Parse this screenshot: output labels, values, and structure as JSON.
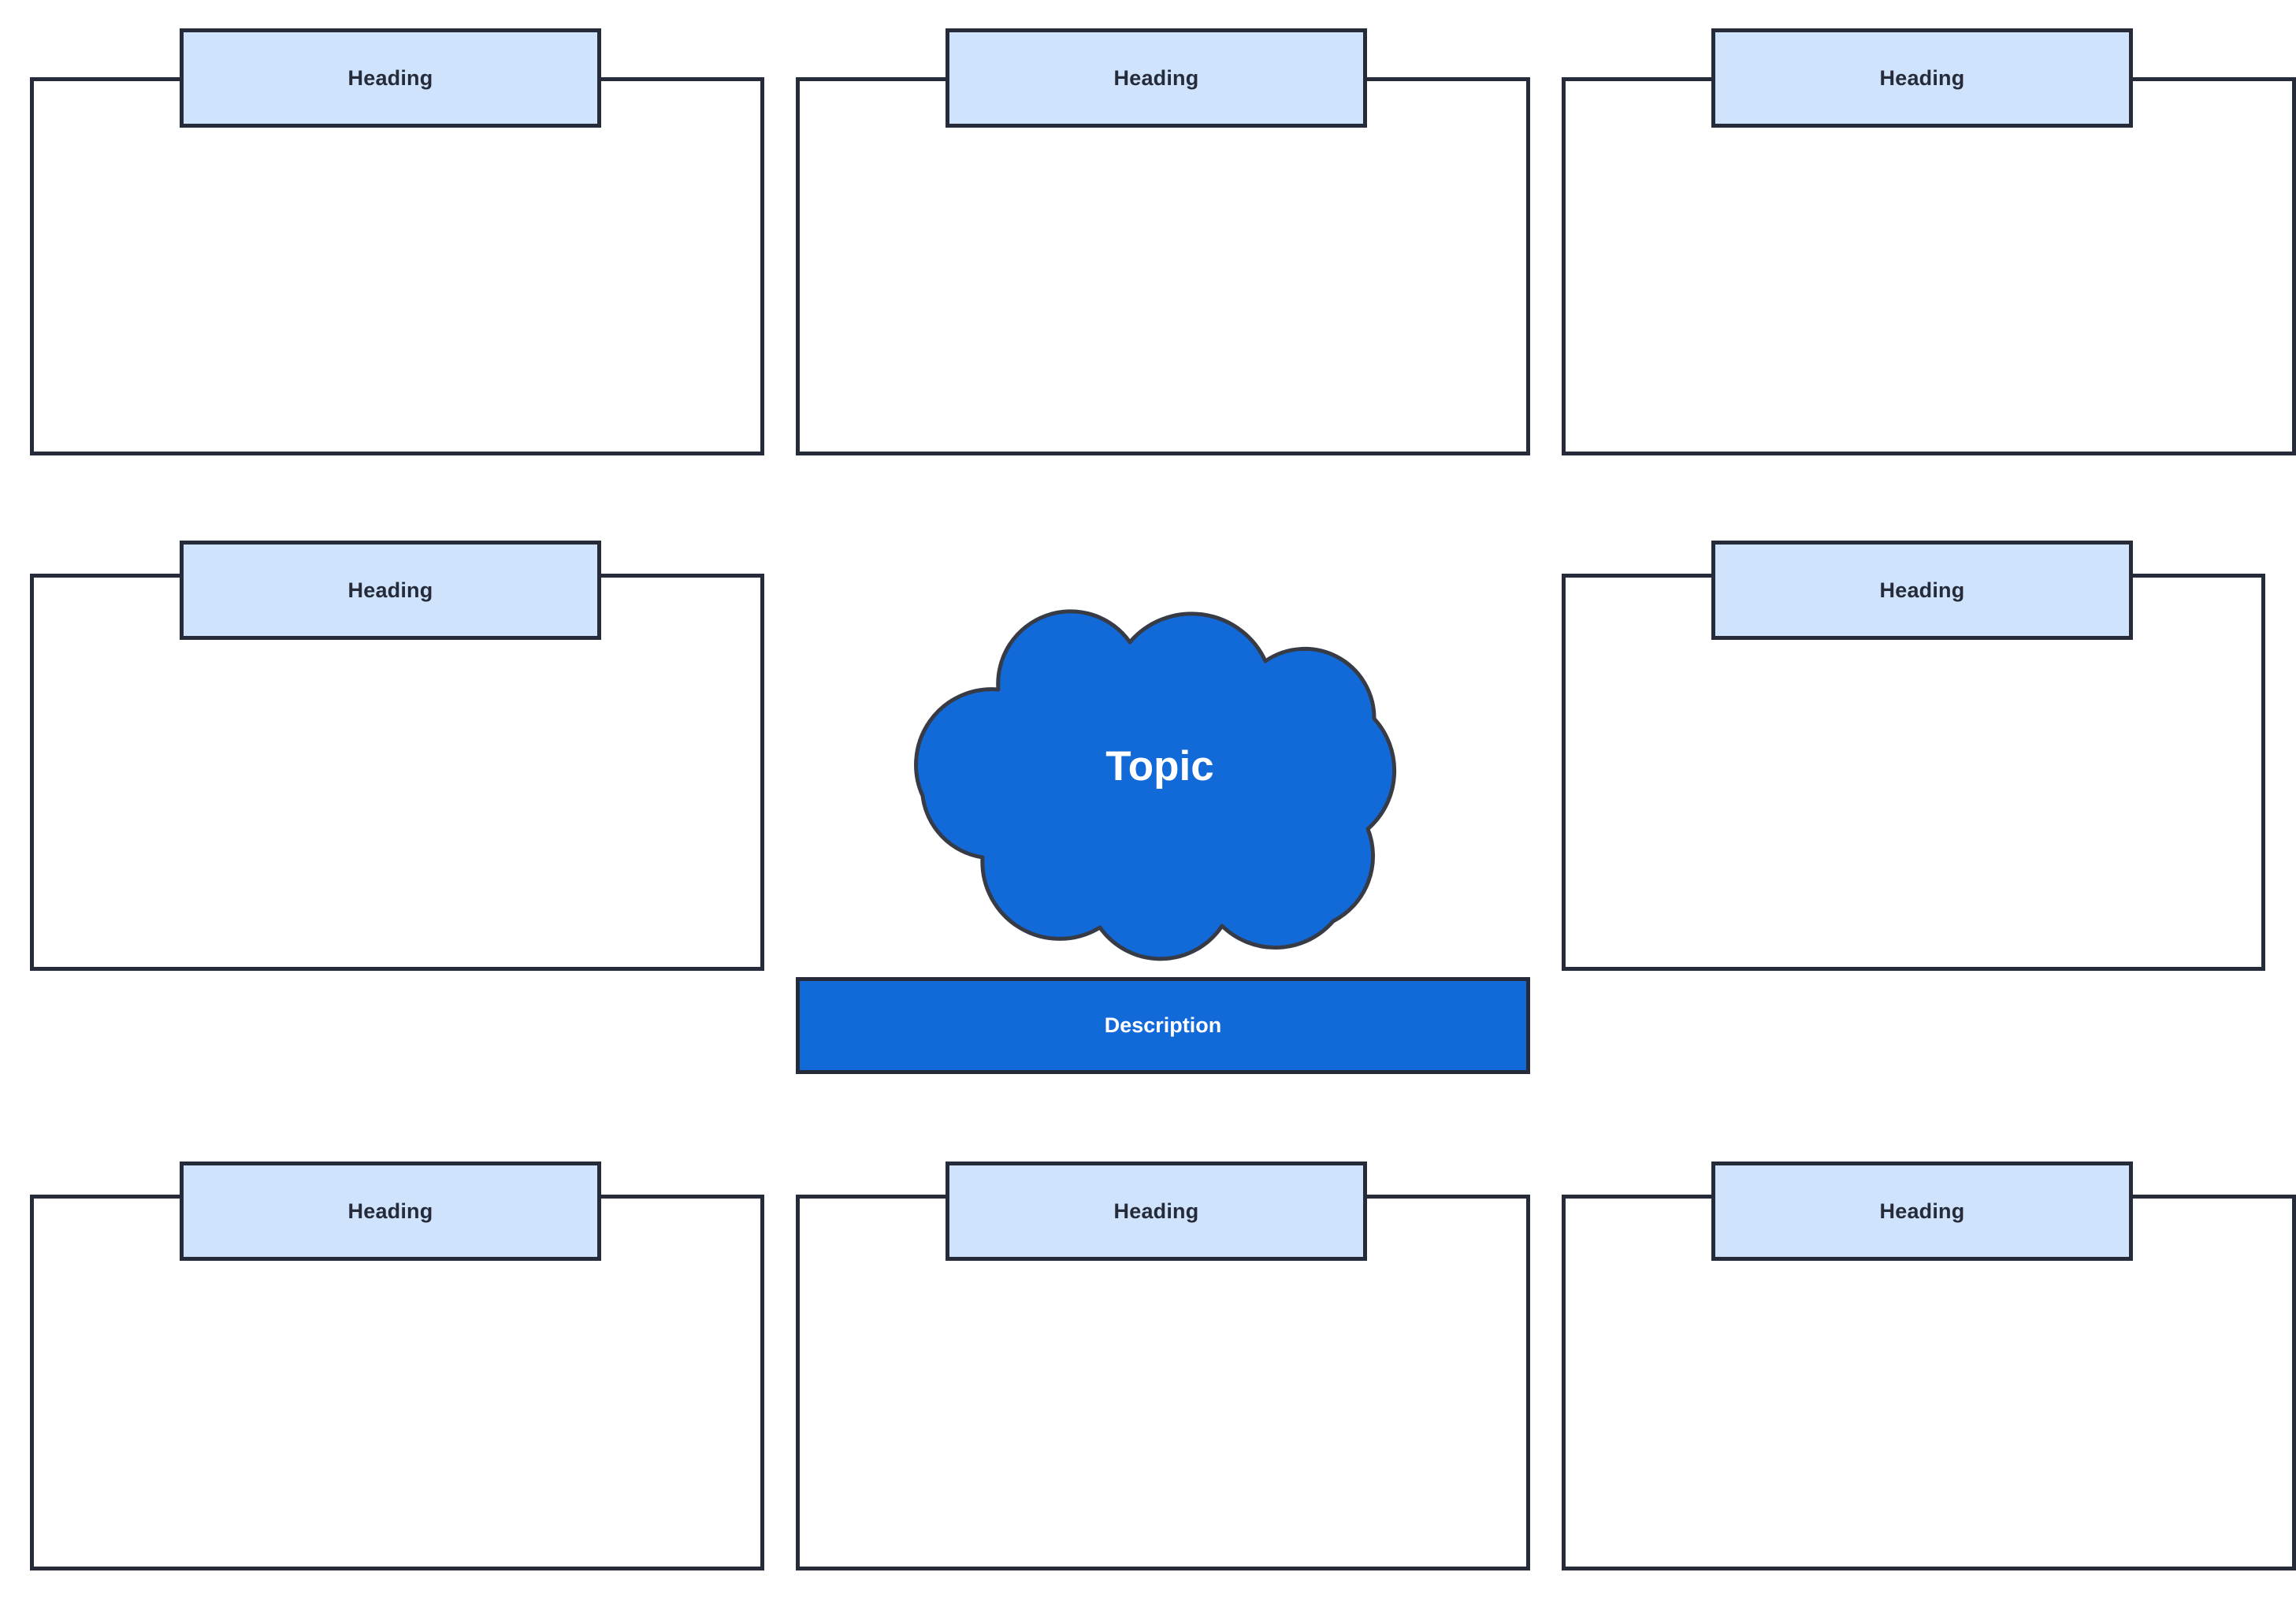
{
  "diagram": {
    "type": "graphic-organizer",
    "layout": "3x3-grid-with-center-cloud",
    "colors": {
      "heading_fill": "#cfe3fd",
      "heading_text": "#252b38",
      "stroke": "#252b38",
      "cloud_fill": "#1269d8",
      "cloud_text": "#ffffff",
      "description_fill": "#1269d8",
      "description_text": "#ffffff",
      "body_fill": "#ffffff",
      "background": "#ffffff"
    },
    "center": {
      "topic_label": "Topic",
      "description_label": "Description"
    },
    "cells": [
      {
        "position": "top-left",
        "heading": "Heading"
      },
      {
        "position": "top-center",
        "heading": "Heading"
      },
      {
        "position": "top-right",
        "heading": "Heading"
      },
      {
        "position": "middle-left",
        "heading": "Heading"
      },
      {
        "position": "middle-right",
        "heading": "Heading"
      },
      {
        "position": "bottom-left",
        "heading": "Heading"
      },
      {
        "position": "bottom-center",
        "heading": "Heading"
      },
      {
        "position": "bottom-right",
        "heading": "Heading"
      }
    ]
  }
}
